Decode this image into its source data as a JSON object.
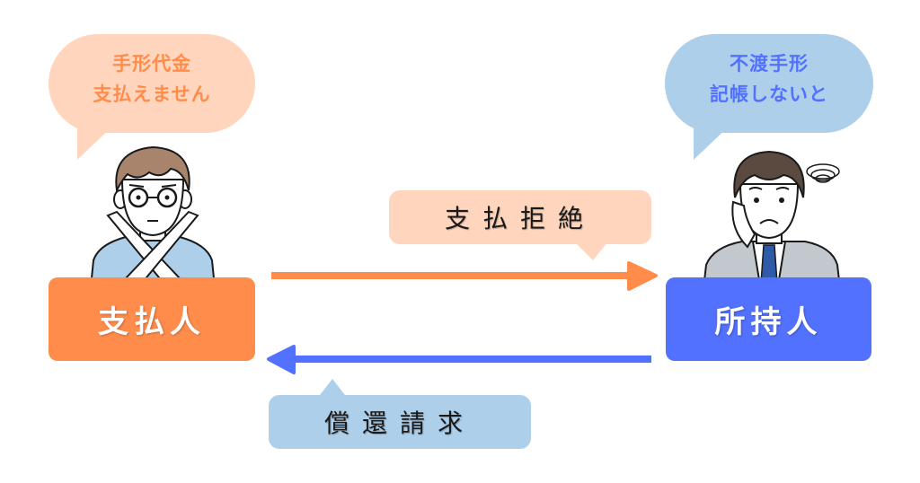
{
  "colors": {
    "orange": "#ff8c4a",
    "orange_light": "#ffd6bd",
    "blue": "#5271ff",
    "blue_light": "#aecfea"
  },
  "payer": {
    "label": "支払人",
    "speech": [
      "手形代金",
      "支払えません"
    ]
  },
  "holder": {
    "label": "所持人",
    "speech": [
      "不渡手形",
      "記帳しないと"
    ]
  },
  "flows": {
    "refusal": "支払拒絶",
    "recourse": "償還請求"
  }
}
